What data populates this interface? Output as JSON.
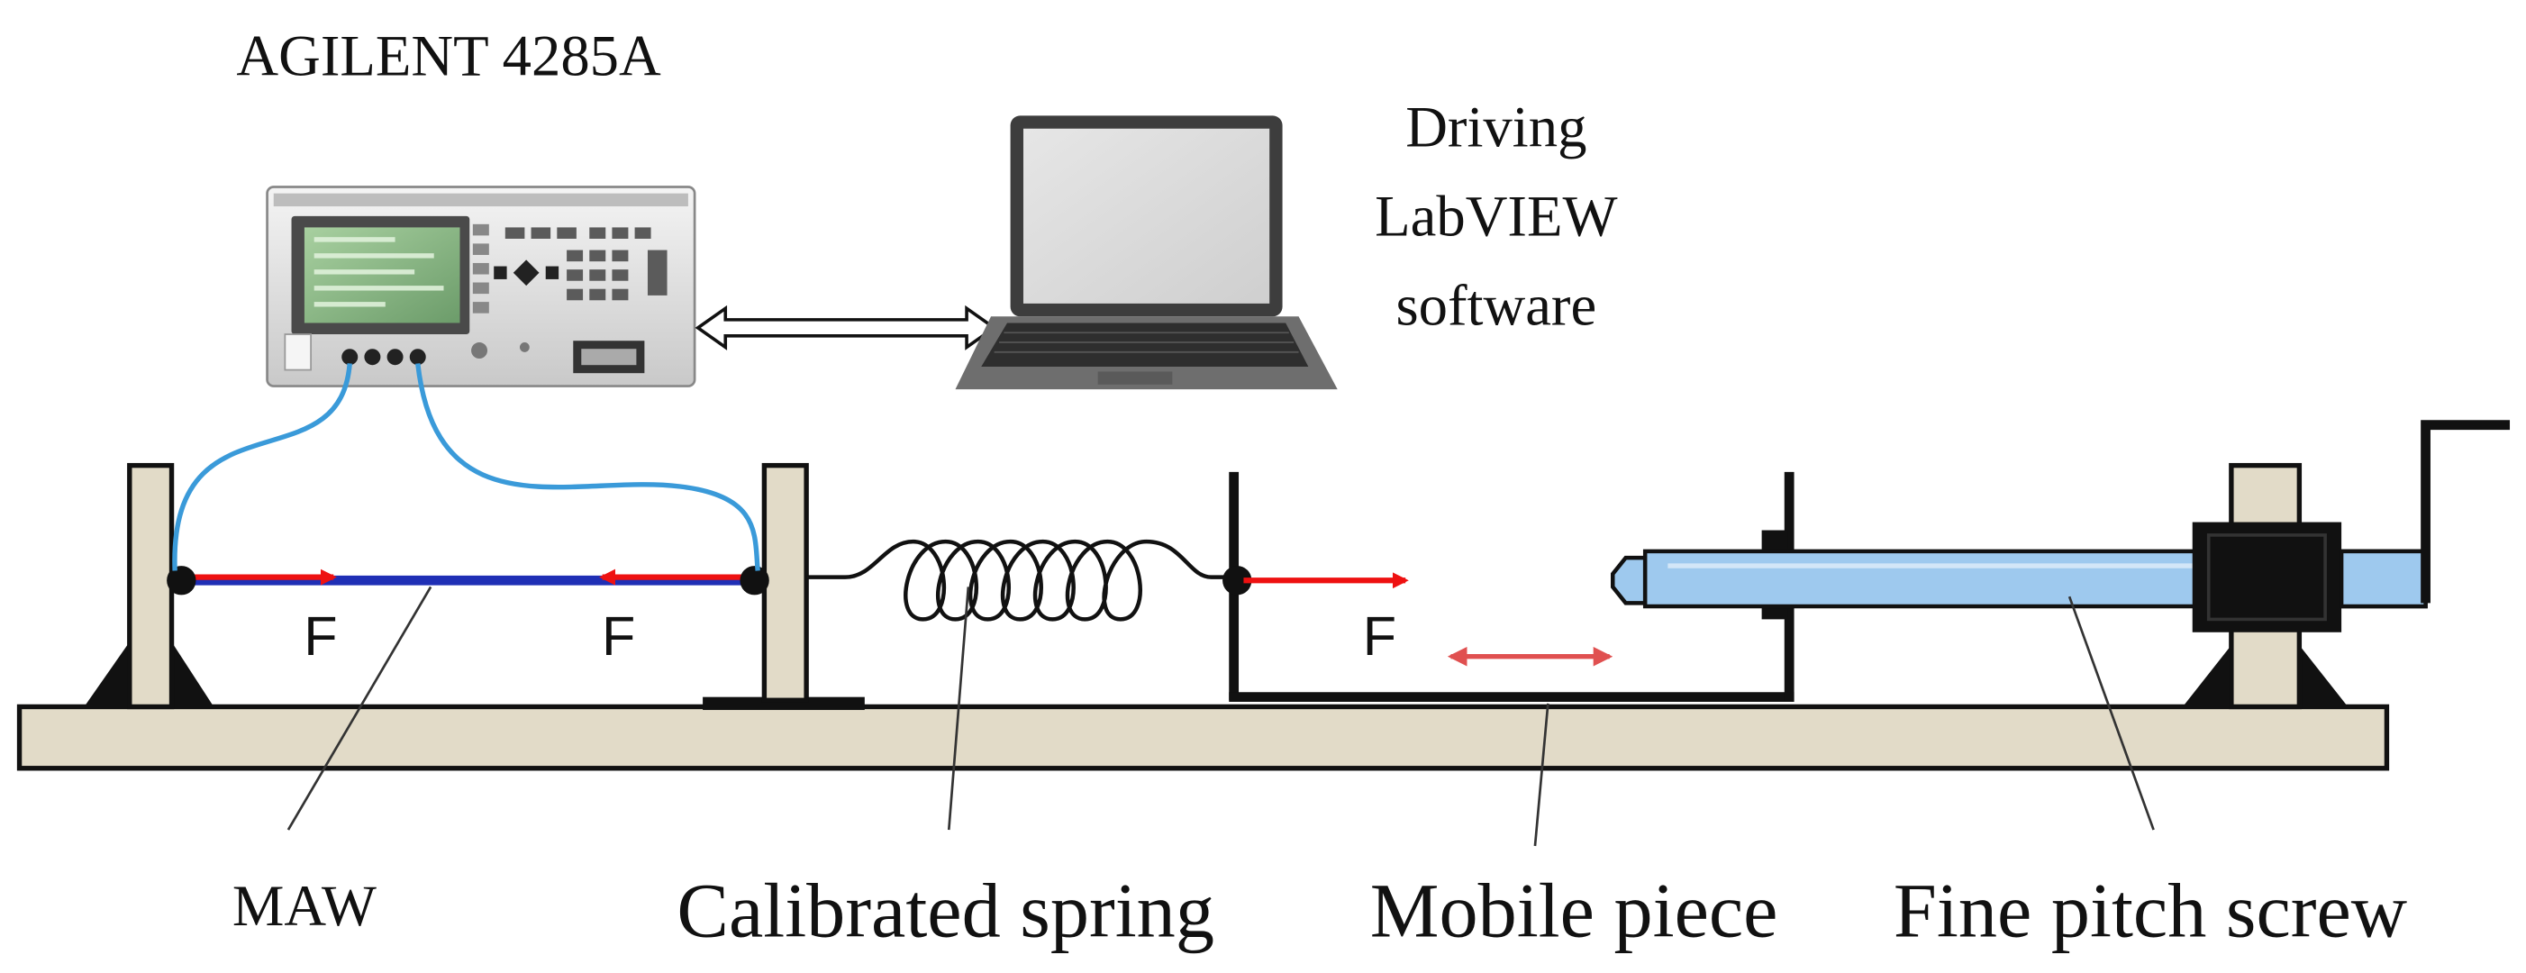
{
  "labels": {
    "instrument": "AGILENT 4285A",
    "software_line1": "Driving",
    "software_line2": "LabVIEW",
    "software_line3": "software",
    "force_left": "F",
    "force_middle": "F",
    "force_right": "F",
    "maw": "MAW",
    "spring": "Calibrated spring",
    "mobile": "Mobile piece",
    "screw": "Fine pitch screw"
  },
  "colors": {
    "base": "#e2dbc8",
    "outline": "#111111",
    "cable": "#3a9ad9",
    "wire": "#1f2fb5",
    "force_arrow": "#ee1111",
    "motion_arrow": "#e05050",
    "screw": "#9ec9ee"
  },
  "icons": {
    "instrument": "lcr-meter-icon",
    "laptop": "laptop-icon"
  }
}
